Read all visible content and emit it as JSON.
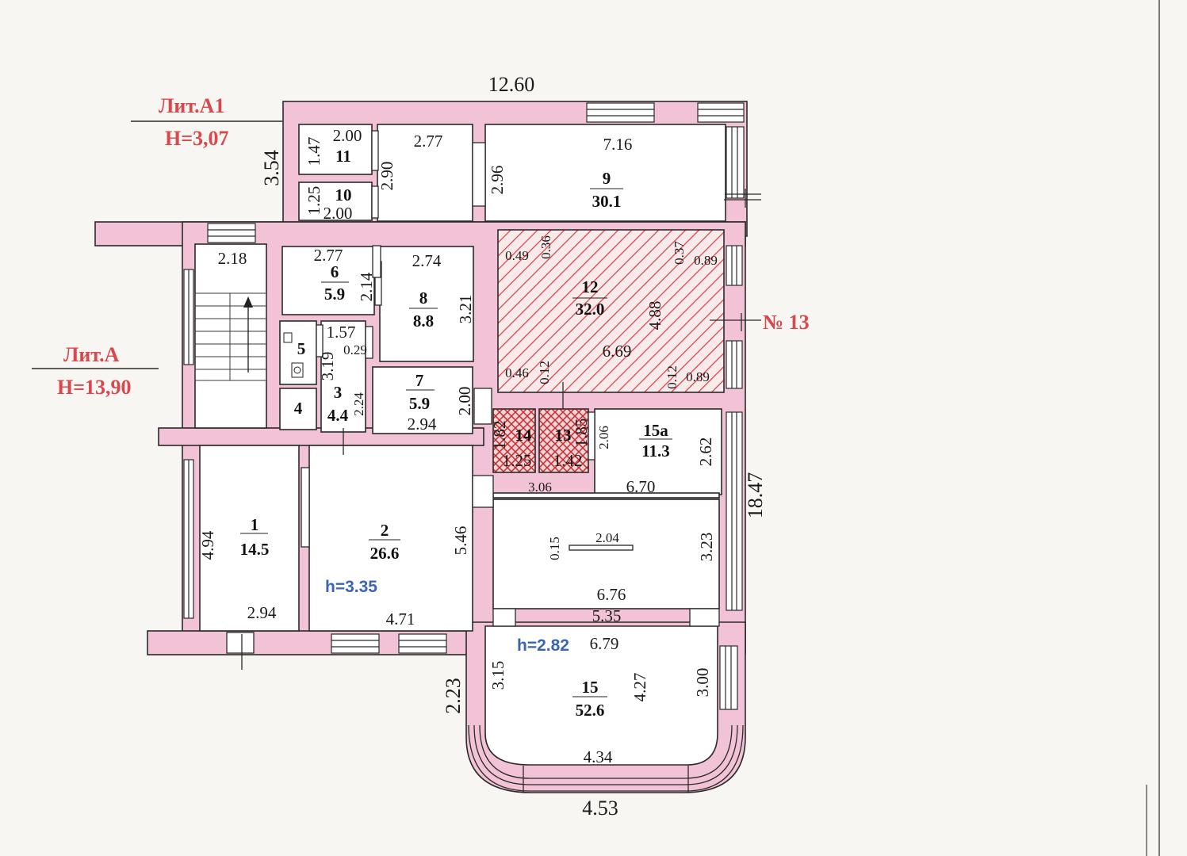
{
  "labels": {
    "lit_a1": "Лит.А1",
    "lit_a1_h": "H=3,07",
    "lit_a": "Лит.А",
    "lit_a_h": "H=13,90",
    "no13": "№ 13",
    "h1": "h=3.35",
    "h2": "h=2.82"
  },
  "colors": {
    "wall": "#f2c3d6",
    "highlight_hatch": "#d83a48",
    "label_red": "#d9484c",
    "label_blue": "#3a64b4"
  },
  "rooms": [
    {
      "num": "1",
      "area": "14.5"
    },
    {
      "num": "2",
      "area": "26.6"
    },
    {
      "num": "3",
      "area": "4.4"
    },
    {
      "num": "4",
      "area": ""
    },
    {
      "num": "5",
      "area": ""
    },
    {
      "num": "6",
      "area": "5.9"
    },
    {
      "num": "7",
      "area": "5.9"
    },
    {
      "num": "8",
      "area": "8.8"
    },
    {
      "num": "9",
      "area": "30.1"
    },
    {
      "num": "10",
      "area": ""
    },
    {
      "num": "11",
      "area": ""
    },
    {
      "num": "12",
      "area": "32.0"
    },
    {
      "num": "13",
      "area": ""
    },
    {
      "num": "14",
      "area": ""
    },
    {
      "num": "15",
      "area": "52.6"
    },
    {
      "num": "15а",
      "area": "11.3"
    }
  ],
  "dims": {
    "overall_top": "12.60",
    "overall_right": "18.47",
    "overall_bottom": "4.53",
    "a1_side": "3.54",
    "r11_w": "2.00",
    "r11_h": "1.47",
    "r10_w": "2.00",
    "r10_h": "1.25",
    "corr_w": "2.77",
    "corr_h": "2.90",
    "r9_w": "7.16",
    "r9_h": "2.96",
    "stair_w": "2.18",
    "r6_w": "2.77",
    "r6_h": "2.14",
    "r8_w": "2.74",
    "r8_h": "3.21",
    "r12_a": "0.49",
    "r12_b": "0.36",
    "r12_c": "0.37",
    "r12_d": "0.89",
    "r12_h": "4.88",
    "r12_w": "6.69",
    "r12_e": "0.46",
    "r12_f": "0.12",
    "r12_g": "0.12",
    "r12_i": "0.89",
    "r5_w": "1.57",
    "r5_x": "0.29",
    "r5_h": "3.19",
    "r3_h": "2.24",
    "r7_h": "2.00",
    "r7_w": "2.94",
    "r14_h": "1.82",
    "r14_w": "1.25",
    "r13_w": "1.42",
    "r13_h": "1.85",
    "r15a_x": "2.06",
    "r15a_h": "2.62",
    "r15a_w": "6.70",
    "small_306": "3.06",
    "mid_h": "3.23",
    "mid_w": "6.76",
    "mid_beam_l": "2.04",
    "mid_beam_w": "0.15",
    "r1_h": "4.94",
    "r1_w": "2.94",
    "r2_h": "5.46",
    "r2_w": "4.71",
    "r15_top": "5.35",
    "r15_w": "6.79",
    "r15_l": "3.15",
    "r15_c": "4.27",
    "r15_r": "3.00",
    "bay_w": "4.34",
    "ext_223": "2.23"
  }
}
